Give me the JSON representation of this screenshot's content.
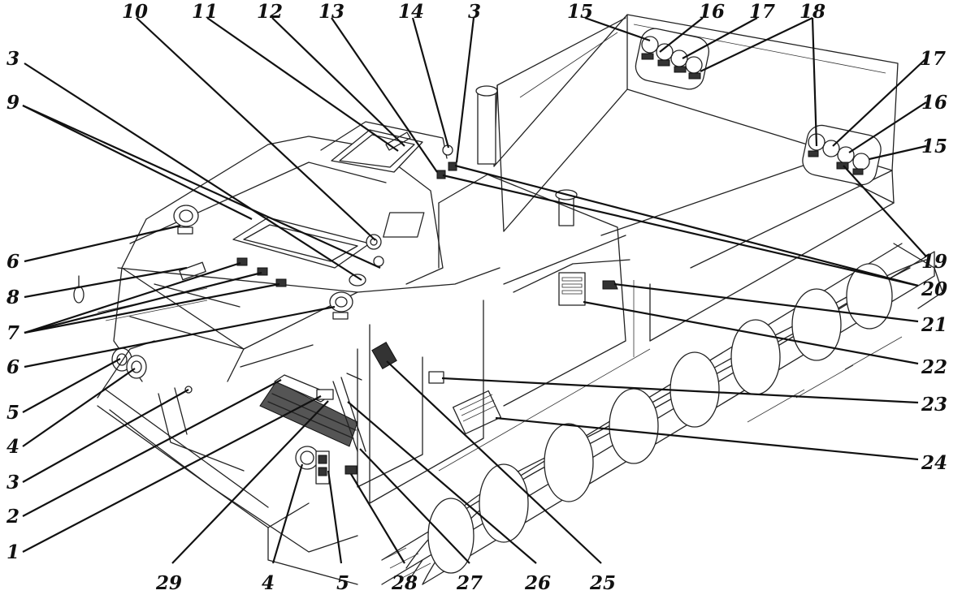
{
  "callouts": [
    {
      "id": "c10",
      "label": "10"
    },
    {
      "id": "c11",
      "label": "11"
    },
    {
      "id": "c12",
      "label": "12"
    },
    {
      "id": "c13",
      "label": "13"
    },
    {
      "id": "c14",
      "label": "14"
    },
    {
      "id": "c3-top",
      "label": "3"
    },
    {
      "id": "c15-top",
      "label": "15"
    },
    {
      "id": "c16-top",
      "label": "16"
    },
    {
      "id": "c17-top",
      "label": "17"
    },
    {
      "id": "c18",
      "label": "18"
    },
    {
      "id": "c3-left",
      "label": "3"
    },
    {
      "id": "c9",
      "label": "9"
    },
    {
      "id": "c17-right",
      "label": "17"
    },
    {
      "id": "c16-right",
      "label": "16"
    },
    {
      "id": "c15-right",
      "label": "15"
    },
    {
      "id": "c6-upper",
      "label": "6"
    },
    {
      "id": "c8",
      "label": "8"
    },
    {
      "id": "c7",
      "label": "7"
    },
    {
      "id": "c6-lower",
      "label": "6"
    },
    {
      "id": "c5-left",
      "label": "5"
    },
    {
      "id": "c4-left",
      "label": "4"
    },
    {
      "id": "c3-bottom",
      "label": "3"
    },
    {
      "id": "c2",
      "label": "2"
    },
    {
      "id": "c1",
      "label": "1"
    },
    {
      "id": "c19",
      "label": "19"
    },
    {
      "id": "c20",
      "label": "20"
    },
    {
      "id": "c21",
      "label": "21"
    },
    {
      "id": "c22",
      "label": "22"
    },
    {
      "id": "c23",
      "label": "23"
    },
    {
      "id": "c24",
      "label": "24"
    },
    {
      "id": "c29",
      "label": "29"
    },
    {
      "id": "c4-bottom",
      "label": "4"
    },
    {
      "id": "c5-bottom",
      "label": "5"
    },
    {
      "id": "c28",
      "label": "28"
    },
    {
      "id": "c27",
      "label": "27"
    },
    {
      "id": "c26",
      "label": "26"
    },
    {
      "id": "c25",
      "label": "25"
    }
  ],
  "icons": {
    "vehicle": "tracked-vehicle-drawing",
    "lamp": "lamp-icon",
    "tail_light": "tail-light-icon"
  }
}
